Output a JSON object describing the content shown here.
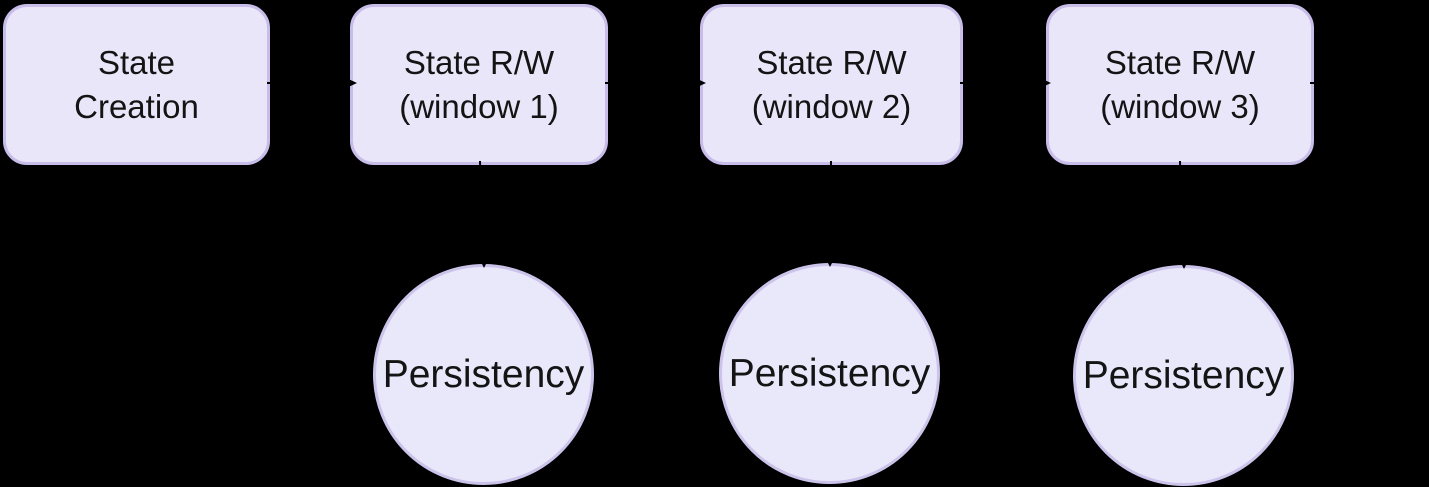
{
  "styles": {
    "background": "#000000",
    "node_fill": "#E9E6F9",
    "node_border": "#C8BCE9",
    "circle_fill": "#E9E7FA",
    "circle_border": "#CCC3EA",
    "text_color": "#141414",
    "arrow_color": "#000000"
  },
  "boxes": [
    {
      "name": "state-creation",
      "lines": [
        "State",
        "Creation"
      ]
    },
    {
      "name": "state-rw-window-1",
      "lines": [
        "State R/W",
        "(window 1)"
      ]
    },
    {
      "name": "state-rw-window-2",
      "lines": [
        "State R/W",
        "(window 2)"
      ]
    },
    {
      "name": "state-rw-window-3",
      "lines": [
        "State R/W",
        "(window 3)"
      ]
    }
  ],
  "circles": [
    {
      "name": "persistency-1",
      "label": "Persistency"
    },
    {
      "name": "persistency-2",
      "label": "Persistency"
    },
    {
      "name": "persistency-3",
      "label": "Persistency"
    }
  ]
}
